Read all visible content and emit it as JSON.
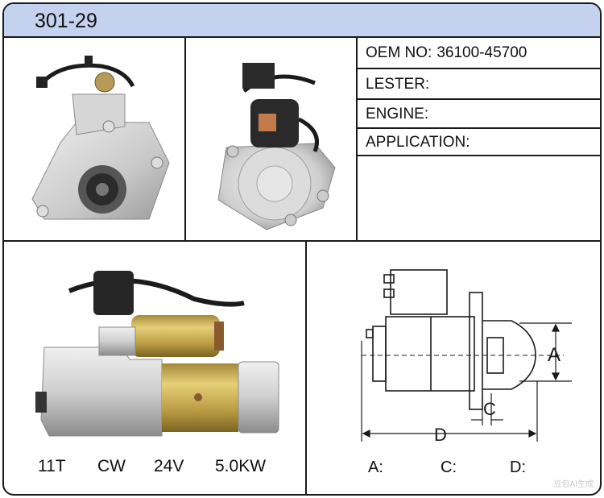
{
  "header": {
    "title": "301-29"
  },
  "specs": [
    {
      "label": "OEM NO:",
      "value": "36100-45700"
    },
    {
      "label": "LESTER:",
      "value": ""
    },
    {
      "label": "ENGINE:",
      "value": ""
    },
    {
      "label": "APPLICATION:",
      "value": ""
    }
  ],
  "ratings": {
    "teeth": "11T",
    "rotation": "CW",
    "voltage": "24V",
    "power": "5.0KW"
  },
  "dimensions": {
    "a_label": "A:",
    "c_label": "C:",
    "d_label": "D:",
    "a_value": "",
    "c_value": "",
    "d_value": "",
    "diagram_a": "A",
    "diagram_c": "C",
    "diagram_d": "D"
  },
  "watermark": "豆包AI生成"
}
